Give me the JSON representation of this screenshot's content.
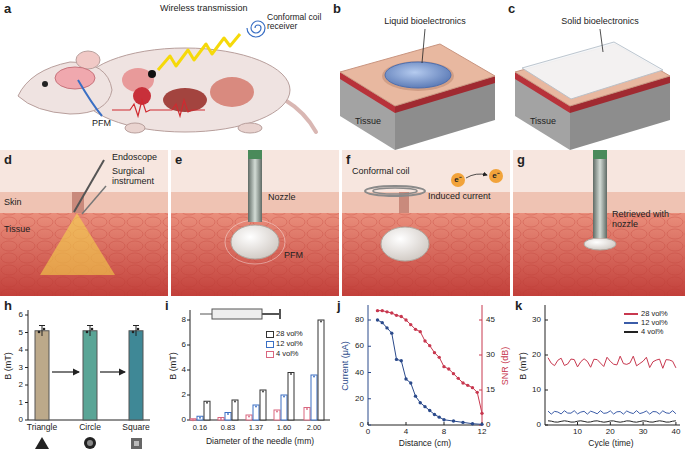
{
  "diagram": {
    "labels": [
      "a",
      "Wireless transmission",
      "Conformal coil receiver",
      "PFM",
      "b",
      "Liquid bioelectronics",
      "Tissue",
      "c",
      "Solid bioelectronics",
      "Tissue",
      "d",
      "Endoscope",
      "Surgical instrument",
      "Skin",
      "Tissue",
      "e",
      "Nozzle",
      "PFM",
      "f",
      "Conformal coil",
      "Induced current",
      "e⁻",
      "e⁻",
      "g",
      "Retrieved with nozzle",
      "h",
      "B (mT)",
      "0",
      "1",
      "2",
      "3",
      "4",
      "5",
      "6",
      "Triangle",
      "Circle",
      "Square",
      "i",
      "B (mT)",
      "0",
      "2",
      "4",
      "6",
      "8",
      "0.16",
      "0.83",
      "1.37",
      "1.60",
      "2.00",
      "Diameter of the needle (mm)",
      "j",
      "Current (μA)",
      "0",
      "20",
      "40",
      "60",
      "80",
      "0",
      "15",
      "30",
      "45",
      "SNR (dB)",
      "0",
      "4",
      "8",
      "12",
      "Distance (cm)",
      "k",
      "B (mT)",
      "0",
      "10",
      "20",
      "30",
      "10",
      "20",
      "30",
      "40",
      "Cycle (time)"
    ],
    "legend": [
      {
        "text": "28 vol%",
        "color": "#333333"
      },
      {
        "text": "12 vol%",
        "color": "#3a6fc4"
      },
      {
        "text": "4 vol%",
        "color": "#d9667f"
      },
      {
        "text": "28 vol%"
      },
      {
        "text": "12 vol%"
      },
      {
        "text": "4 vol%"
      }
    ]
  }
}
